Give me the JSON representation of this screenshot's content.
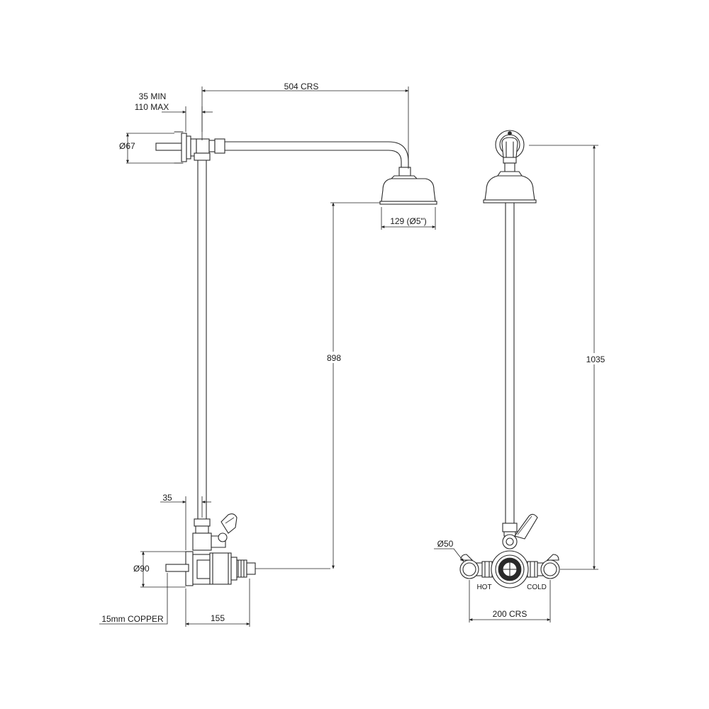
{
  "dimensions": {
    "centres_top": "504 CRS",
    "projection_min": "35 MIN",
    "projection_max": "110 MAX",
    "wall_bracket_dia": "Ø67",
    "head_dia": "129 (Ø5\")",
    "height_head": "898",
    "height_total": "1035",
    "valve_projection": "35",
    "valve_back_dia": "Ø90",
    "pipe_spec": "15mm COPPER",
    "valve_depth": "155",
    "inlet_dia": "Ø50",
    "inlet_centres": "200 CRS"
  },
  "labels": {
    "hot": "HOT",
    "cold": "COLD"
  },
  "colors": {
    "line": "#2a2a2a",
    "background": "#ffffff"
  }
}
